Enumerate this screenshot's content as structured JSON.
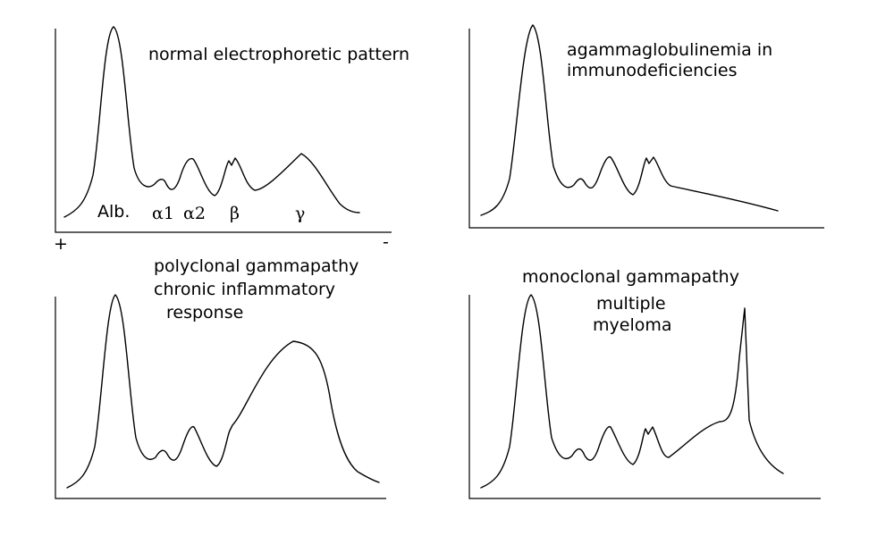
{
  "colors": {
    "background": "#ffffff",
    "ink": "#000000"
  },
  "panels": [
    {
      "id": "normal",
      "title_lines": [
        "normal electrophoretic pattern"
      ],
      "fraction_labels": [
        "Alb.",
        "α1",
        "α2",
        "β",
        "γ"
      ],
      "direction_labels": {
        "anode": "+",
        "cathode": "-"
      }
    },
    {
      "id": "agammaglobulinemia",
      "title_lines": [
        "agammaglobulinemia in",
        "immunodeficiencies"
      ]
    },
    {
      "id": "polyclonal",
      "title_lines": [
        "polyclonal gammapathy",
        "chronic inflammatory",
        "response"
      ]
    },
    {
      "id": "monoclonal",
      "title_lines": [
        "monoclonal gammapathy",
        "multiple",
        "myeloma"
      ]
    }
  ]
}
